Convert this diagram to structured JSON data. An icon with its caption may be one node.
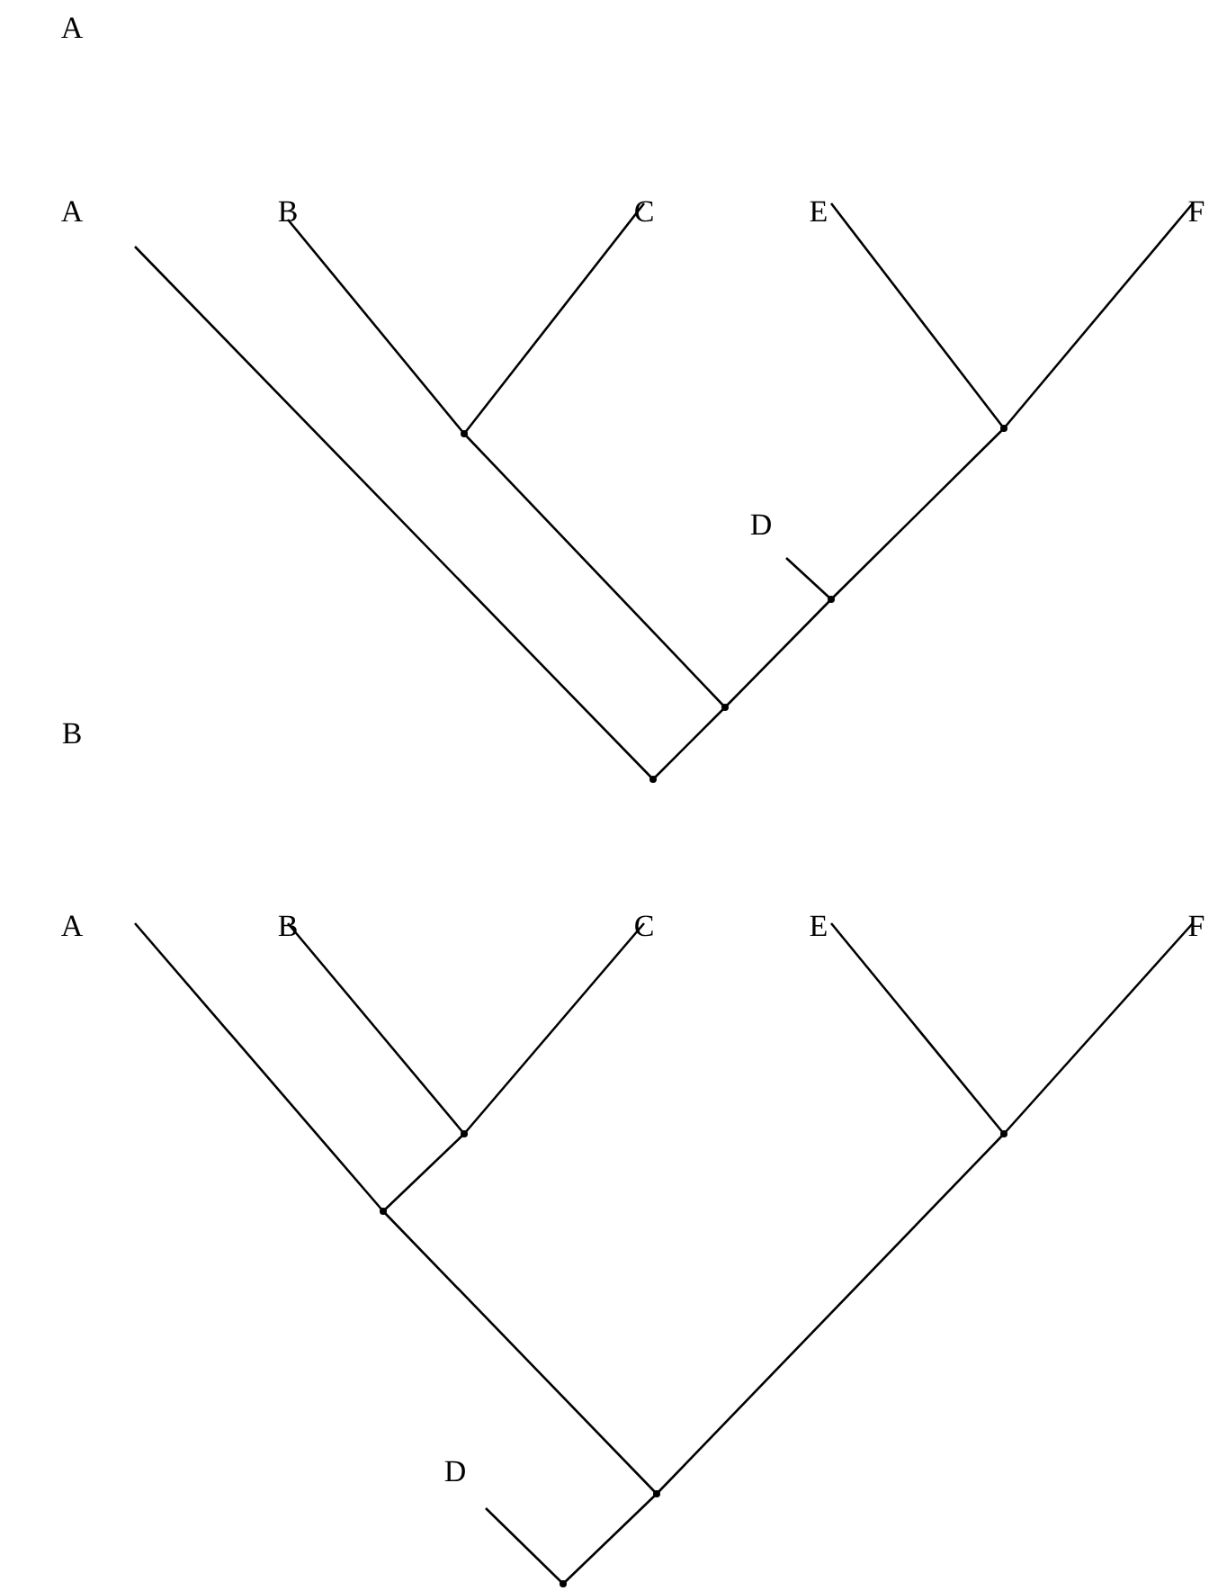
{
  "diagram": {
    "nodes": [
      {
        "text": [
          "A"
        ]
      },
      {
        "text": [
          "B"
        ]
      },
      {
        "text": [
          "C"
        ]
      },
      {
        "text": [
          "D"
        ]
      },
      {
        "text": [
          "E"
        ]
      },
      {
        "text": [
          "F"
        ]
      },
      {
        "text": [],
        "shape": "point"
      },
      {
        "text": [],
        "shape": "point"
      },
      {
        "text": [],
        "shape": "point"
      },
      {
        "text": [],
        "shape": "point"
      },
      {
        "text": [],
        "shape": "point"
      },
      {
        "text": [
          "A"
        ]
      },
      {
        "text": [
          "B"
        ]
      },
      {
        "text": [
          "C"
        ]
      },
      {
        "text": [
          "D"
        ]
      },
      {
        "text": [
          "E"
        ]
      },
      {
        "text": [
          "F"
        ]
      },
      {
        "text": [],
        "shape": "point"
      },
      {
        "text": [],
        "shape": "point"
      },
      {
        "text": [],
        "shape": "point"
      },
      {
        "text": [],
        "shape": "point"
      },
      {
        "text": [],
        "shape": "point"
      }
    ],
    "edges": [
      {
        "from": 6,
        "to": 0,
        "arrow": "none"
      },
      {
        "from": 6,
        "to": 7,
        "arrow": "none"
      },
      {
        "from": 7,
        "to": 8,
        "arrow": "none"
      },
      {
        "from": 8,
        "to": 1,
        "arrow": "none"
      },
      {
        "from": 8,
        "to": 2,
        "arrow": "none"
      },
      {
        "from": 7,
        "to": 9,
        "arrow": "none"
      },
      {
        "from": 9,
        "to": 3,
        "arrow": "none"
      },
      {
        "from": 9,
        "to": 10,
        "arrow": "none"
      },
      {
        "from": 10,
        "to": 4,
        "arrow": "none"
      },
      {
        "from": 10,
        "to": 5,
        "arrow": "none"
      },
      {
        "from": 17,
        "to": 14,
        "arrow": "none"
      },
      {
        "from": 17,
        "to": 18,
        "arrow": "none"
      },
      {
        "from": 18,
        "to": 19,
        "arrow": "none"
      },
      {
        "from": 19,
        "to": 11,
        "arrow": "none"
      },
      {
        "from": 19,
        "to": 20,
        "arrow": "none"
      },
      {
        "from": 20,
        "to": 12,
        "arrow": "none"
      },
      {
        "from": 20,
        "to": 13,
        "arrow": "none"
      },
      {
        "from": 18,
        "to": 21,
        "arrow": "none"
      },
      {
        "from": 21,
        "to": 15,
        "arrow": "none"
      },
      {
        "from": 21,
        "to": 16,
        "arrow": "none"
      }
    ],
    "labels": [
      "A",
      "B"
    ]
  }
}
